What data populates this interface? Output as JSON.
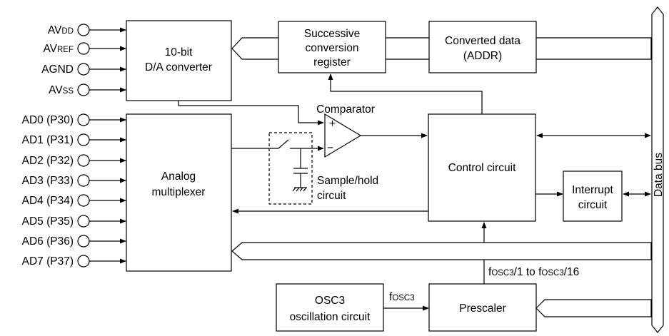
{
  "power_pins": [
    {
      "main": "AV",
      "sub": "DD"
    },
    {
      "main": "AV",
      "sub": "REF"
    },
    {
      "main": "AGND",
      "sub": ""
    },
    {
      "main": "AV",
      "sub": "SS"
    }
  ],
  "analog_inputs": [
    "AD0 (P30)",
    "AD1 (P31)",
    "AD2 (P32)",
    "AD3 (P33)",
    "AD4 (P34)",
    "AD5 (P35)",
    "AD6 (P36)",
    "AD7 (P37)"
  ],
  "blocks": {
    "dac": [
      "10-bit",
      "D/A converter"
    ],
    "sar": [
      "Successive",
      "conversion",
      "register"
    ],
    "converted": [
      "Converted data",
      "(ADDR)"
    ],
    "mux": [
      "Analog",
      "multiplexer"
    ],
    "control": "Control circuit",
    "interrupt": [
      "Interrupt",
      "circuit"
    ],
    "osc": [
      "OSC3",
      "oscillation circuit"
    ],
    "prescaler": "Prescaler"
  },
  "labels": {
    "comparator": "Comparator",
    "sample_hold": [
      "Sample/hold",
      "circuit"
    ],
    "plus": "+",
    "minus": "−",
    "data_bus": "Data bus",
    "fosc_prefix": "f",
    "fosc_sub": "OSC3",
    "prescale_range": {
      "p1": "f",
      "s1": "OSC3",
      "m": "/1 to f",
      "s2": "OSC3",
      "e": "/16"
    }
  }
}
